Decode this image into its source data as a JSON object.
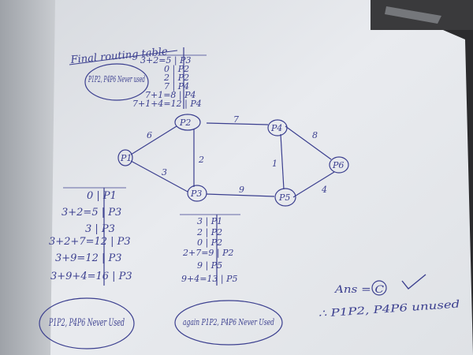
{
  "notes": {
    "heading": "Final routing table",
    "final_table": [
      "3+2=5 | P3",
      "0 | P2",
      "2 | P2",
      "7 | P4",
      "7+1=8 | P4",
      "7+1+4=12 | P4"
    ],
    "final_unused": "P1P2, P4P6 Never used",
    "table1": [
      "0 | P1",
      "3+2=5 | P3",
      "3 | P3",
      "3+2+7=12 | P3",
      "3+9=12 | P3",
      "3+9+4=16 | P3"
    ],
    "table1_note": "P1P2, P4P6 Never Used",
    "table2": [
      "3 | P1",
      "2 | P2",
      "0 | P2",
      "2+7=9 | P2",
      "9 | P5",
      "9+4=13 | P5"
    ],
    "table2_note": "again P1P2, P4P6 Never Used",
    "answer": "Ans = C",
    "answer_note": "∴ P1P2, P4P6 unused"
  },
  "graph": {
    "nodes": [
      "P1",
      "P2",
      "P3",
      "P4",
      "P5",
      "P6"
    ],
    "edge_weights": [
      "6",
      "3",
      "2",
      "7",
      "9",
      "1",
      "8",
      "4"
    ]
  },
  "colors": {
    "paper": "#e4e6ea",
    "ink": "#3b3f8f",
    "background": "#2a2a2c"
  }
}
